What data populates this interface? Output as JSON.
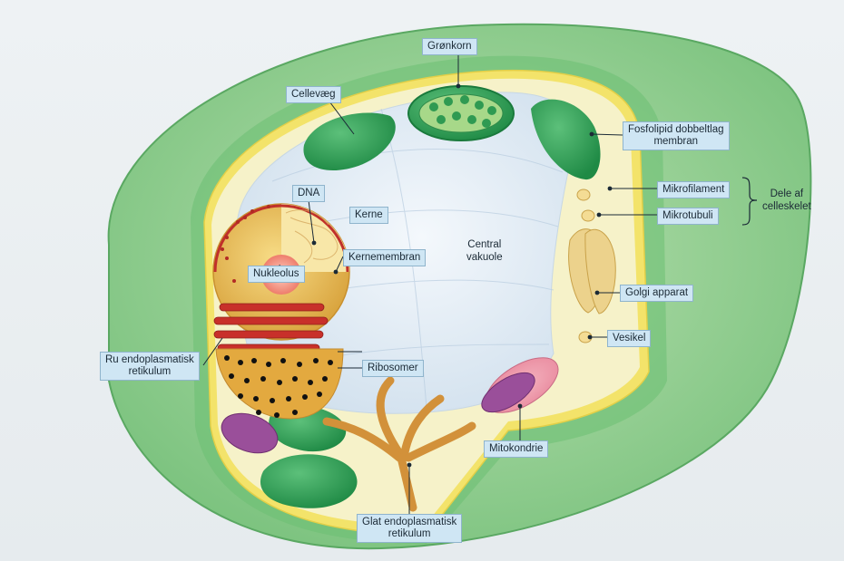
{
  "labels": {
    "cellevaeg": "Cellevæg",
    "gronkorn": "Grønkorn",
    "fosfolipid": [
      "Fosfolipid dobbeltlag",
      "membran"
    ],
    "mikrofilament": "Mikrofilament",
    "mikrotubuli": "Mikrotubuli",
    "cytoskelet": [
      "Dele af",
      "celleskelet"
    ],
    "dna": "DNA",
    "kerne": "Kerne",
    "kernemembran": "Kernemembran",
    "nukleolus": "Nukleolus",
    "central_vakuole": [
      "Central",
      "vakuole"
    ],
    "golgi": "Golgi apparat",
    "vesikel": "Vesikel",
    "ru_er": [
      "Ru endoplasmatisk",
      "retikulum"
    ],
    "ribosomer": "Ribosomer",
    "mitokondrie": "Mitokondrie",
    "glat_er": [
      "Glat endoplasmatisk",
      "retikulum"
    ]
  },
  "colors": {
    "cell_wall": "#8fcf8a",
    "cell_wall_inner": "#5fba6a",
    "membrane": "#f3e36a",
    "cytoplasm": "#f6f2c9",
    "vacuole": "#e3ecf5",
    "chloroplast": "#2f9a52",
    "nucleus": "#e8b950",
    "nucleolus": "#f08a7a",
    "rough_er": "#c8302a",
    "golgi": "#e8c66c",
    "mitochondrion": "#9a4f9a",
    "smooth_er": "#d2913a",
    "label_bg": "#cfe6f4"
  }
}
